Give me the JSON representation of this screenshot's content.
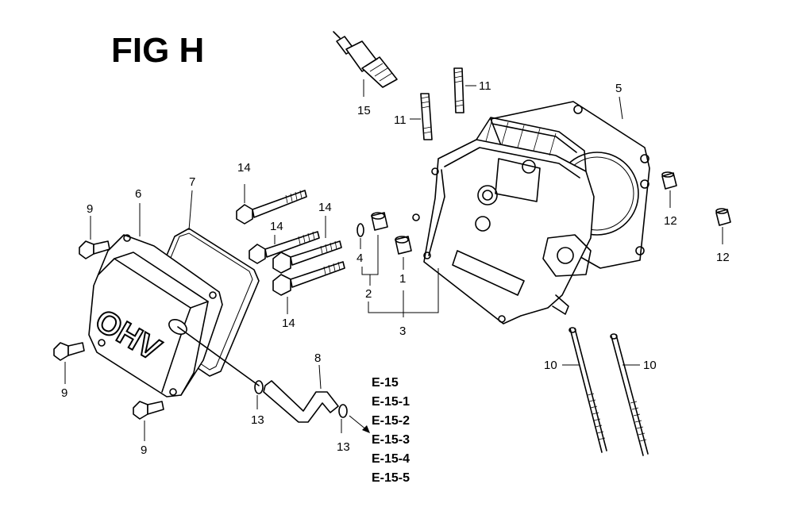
{
  "figure": {
    "title": "FIG H"
  },
  "callouts": {
    "c1": "1",
    "c2": "2",
    "c3": "3",
    "c4": "4",
    "c5": "5",
    "c6": "6",
    "c7": "7",
    "c8": "8",
    "c9a": "9",
    "c9b": "9",
    "c9c": "9",
    "c10a": "10",
    "c10b": "10",
    "c11a": "11",
    "c11b": "11",
    "c12a": "12",
    "c12b": "12",
    "c13a": "13",
    "c13b": "13",
    "c14a": "14",
    "c14b": "14",
    "c14c": "14",
    "c14d": "14",
    "c15": "15"
  },
  "references": [
    "E-15",
    "E-15-1",
    "E-15-2",
    "E-15-3",
    "E-15-4",
    "E-15-5"
  ],
  "cover_engraving": "OHV"
}
